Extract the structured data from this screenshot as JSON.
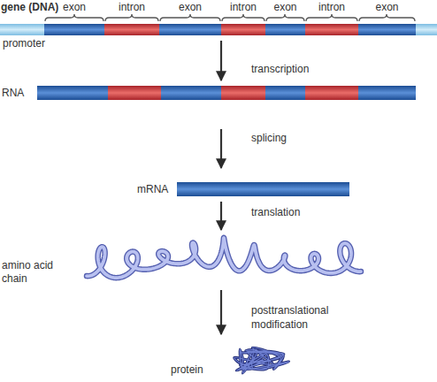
{
  "diagram": {
    "nodes": [
      {
        "text": [
          "gene (DNA)",
          "promoter"
        ]
      },
      {
        "text": [
          "exon"
        ],
        "in": 0
      },
      {
        "text": [
          "intron"
        ],
        "in": 0
      },
      {
        "text": [
          "exon"
        ],
        "in": 0
      },
      {
        "text": [
          "intron"
        ],
        "in": 0
      },
      {
        "text": [
          "exon"
        ],
        "in": 0
      },
      {
        "text": [
          "intron"
        ],
        "in": 0
      },
      {
        "text": [
          "exon"
        ],
        "in": 0
      },
      {
        "text": [
          "RNA"
        ]
      },
      {
        "text": [
          "mRNA"
        ]
      },
      {
        "text": [
          "amino acid chain"
        ]
      },
      {
        "text": [
          "protein"
        ]
      }
    ],
    "edges": [
      {
        "from": 0,
        "to": 8,
        "label": "transcription",
        "arrow": "to"
      },
      {
        "from": 8,
        "to": 9,
        "label": "splicing",
        "arrow": "to"
      },
      {
        "from": 9,
        "to": 10,
        "label": "translation",
        "arrow": "to"
      },
      {
        "from": 10,
        "to": 11,
        "label": "posttranslational modification",
        "arrow": "to"
      }
    ]
  }
}
